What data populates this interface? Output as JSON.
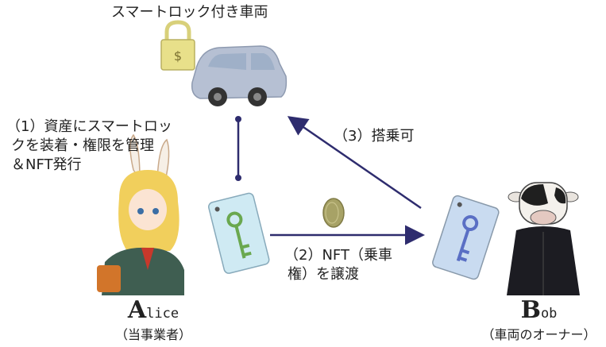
{
  "title": "スマートロック付き車両",
  "step1": {
    "lines": [
      "（1）資産にスマートロッ",
      "クを装着・権限を管理",
      "＆NFT発行"
    ]
  },
  "step2": {
    "lines": [
      "（2）NFT（乗車",
      "権）を譲渡"
    ]
  },
  "step3": {
    "label": "（3）搭乗可"
  },
  "alice": {
    "initial": "A",
    "rest": "lice",
    "role": "（当事業者）"
  },
  "bob": {
    "initial": "B",
    "rest": "ob",
    "role": "（車両のオーナー）"
  },
  "lock_glyph": "$",
  "colors": {
    "arrow": "#2e2c6e",
    "car": "#aab6cc",
    "lock": "#e8e08a",
    "card_alice": "#cfeaf3",
    "card_bob": "#c9dbf0",
    "key_alice": "#6aa84f",
    "key_bob": "#5a6fc4",
    "coin": "#a7a266"
  }
}
